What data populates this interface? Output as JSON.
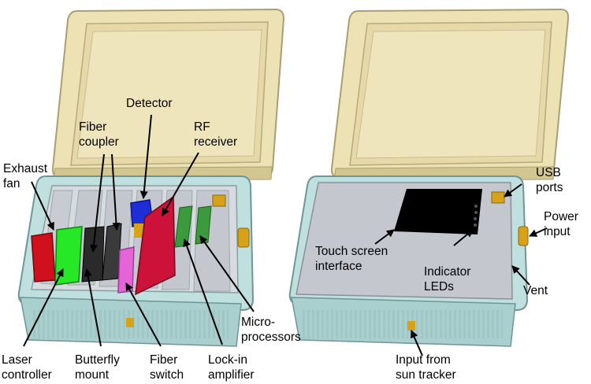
{
  "colors": {
    "lid_fill": "#ede2b4",
    "lid_edge": "#a89f74",
    "lid_dark": "#d2c691",
    "base_fill": "#bfe0df",
    "base_edge": "#6f9696",
    "panel_gray": "#c5c7cf",
    "screen": "#000000",
    "laser_controller": "#d0101c",
    "laser_mount": "#26e826",
    "butterfly_mount": "#2a2a2a",
    "detector": "#1d2ed6",
    "fiber_switch": "#e565d8",
    "rf_receiver": "#cc1238",
    "board_green": "#3b9a3b",
    "connector": "#d6a21a",
    "arrow": "#000000"
  },
  "labels": {
    "exhaust_fan": [
      "Exhaust",
      "fan"
    ],
    "fiber_coupler": [
      "Fiber",
      "coupler"
    ],
    "detector": [
      "Detector"
    ],
    "rf_receiver": [
      "RF",
      "receiver"
    ],
    "laser_controller": [
      "Laser",
      "controller"
    ],
    "butterfly_mount": [
      "Butterfly",
      "mount"
    ],
    "fiber_switch": [
      "Fiber",
      "switch"
    ],
    "lockin_amplifier": [
      "Lock-in",
      "amplifier"
    ],
    "microprocessors": [
      "Micro-",
      "processors"
    ],
    "usb_ports": [
      "USB",
      "ports"
    ],
    "power_input": [
      "Power",
      "input"
    ],
    "touch_screen": [
      "Touch screen",
      "interface"
    ],
    "indicator_leds": [
      "Indicator",
      "LEDs"
    ],
    "vent": [
      "Vent"
    ],
    "sun_tracker": [
      "Input from",
      "sun tracker"
    ]
  }
}
